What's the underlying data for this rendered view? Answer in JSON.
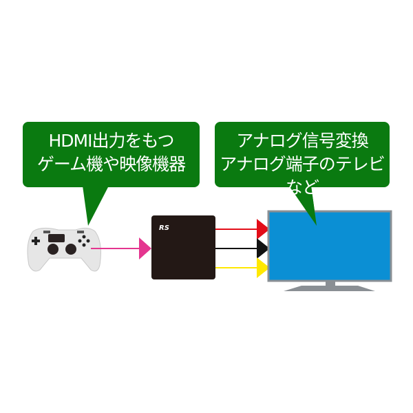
{
  "left_bubble": {
    "line1": "HDMI出力をもつ",
    "line2": "ゲーム機や映像機器"
  },
  "right_bubble": {
    "line1": "アナログ信号変換",
    "line2": "アナログ端子のテレビなど"
  },
  "device_logo": "RS",
  "colors": {
    "bubble": "#0a7a10",
    "hdmi": "#e4358f",
    "red": "#e30d18",
    "black": "#111111",
    "yellow": "#ffe800",
    "tv_screen": "#0b8fd4",
    "tv_frame": "#8a8f94",
    "converter": "#231815"
  }
}
